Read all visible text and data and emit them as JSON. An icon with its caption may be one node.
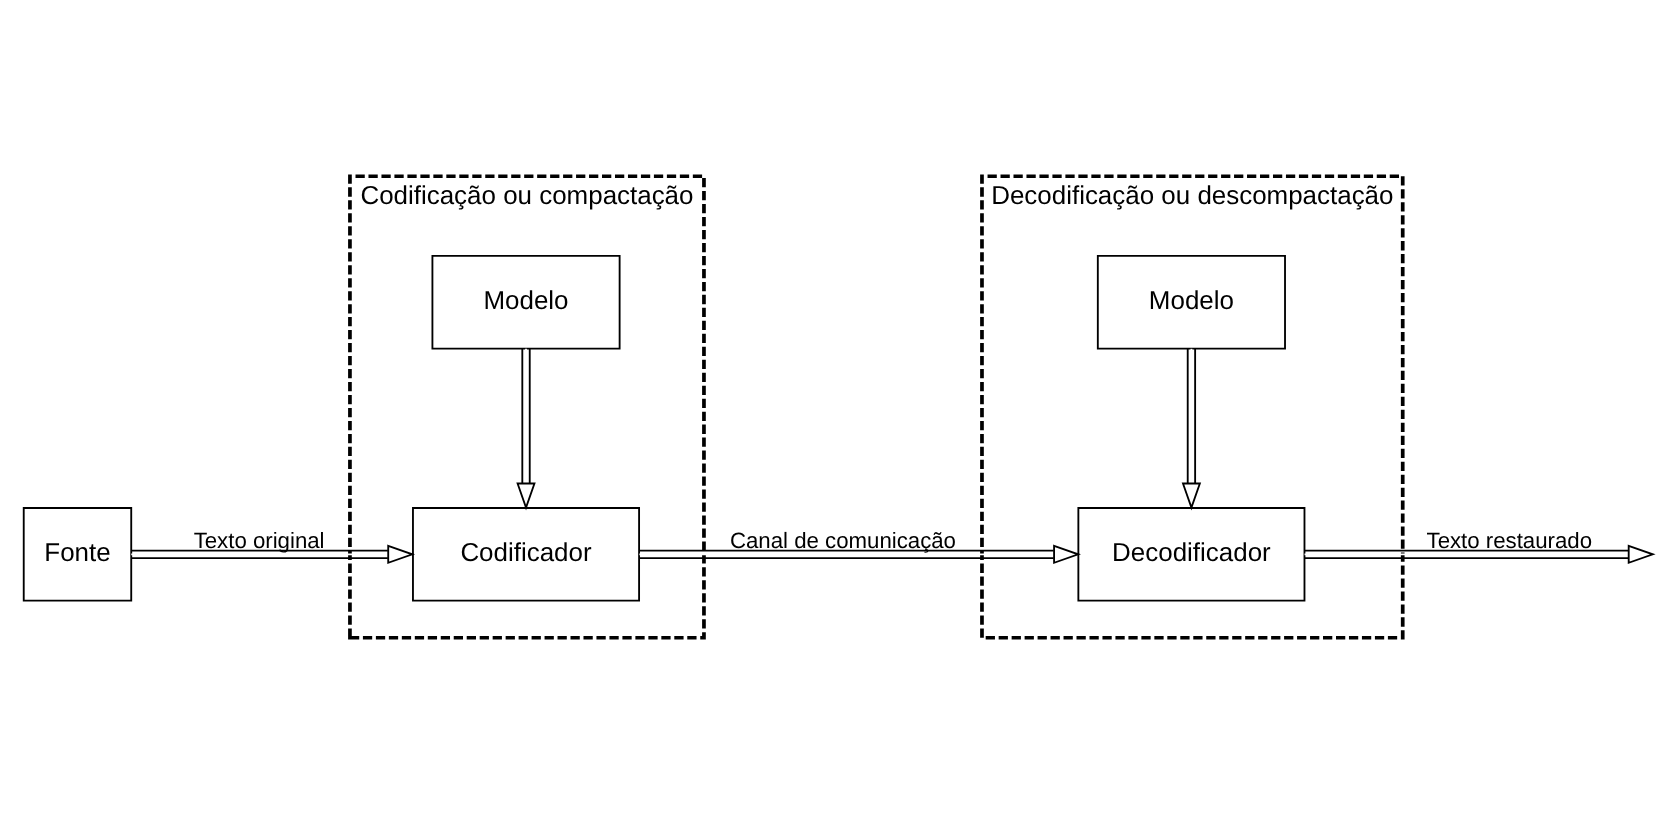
{
  "diagram": {
    "nodes": [
      {
        "text": [
          "Codificação ou compactação"
        ]
      },
      {
        "text": [
          "Modelo"
        ],
        "in": 0
      },
      {
        "text": [
          "Codificador"
        ],
        "in": 0
      },
      {
        "text": [
          "Decodificação ou descompactação"
        ]
      },
      {
        "text": [
          "Modelo"
        ],
        "in": 3
      },
      {
        "text": [
          "Decodificador"
        ],
        "in": 3
      },
      {
        "text": [
          "Fonte"
        ]
      }
    ],
    "edges": [
      {
        "from": 6,
        "to": 2,
        "arrow": "to",
        "label": "Texto original"
      },
      {
        "from": 1,
        "to": 2,
        "arrow": "to"
      },
      {
        "from": 2,
        "to": 5,
        "arrow": "to",
        "label": "Canal de comunicação"
      },
      {
        "from": 4,
        "to": 5,
        "arrow": "to"
      },
      {
        "from": 5,
        "to": null,
        "arrow": "to",
        "label": "Texto restaurado"
      }
    ]
  }
}
